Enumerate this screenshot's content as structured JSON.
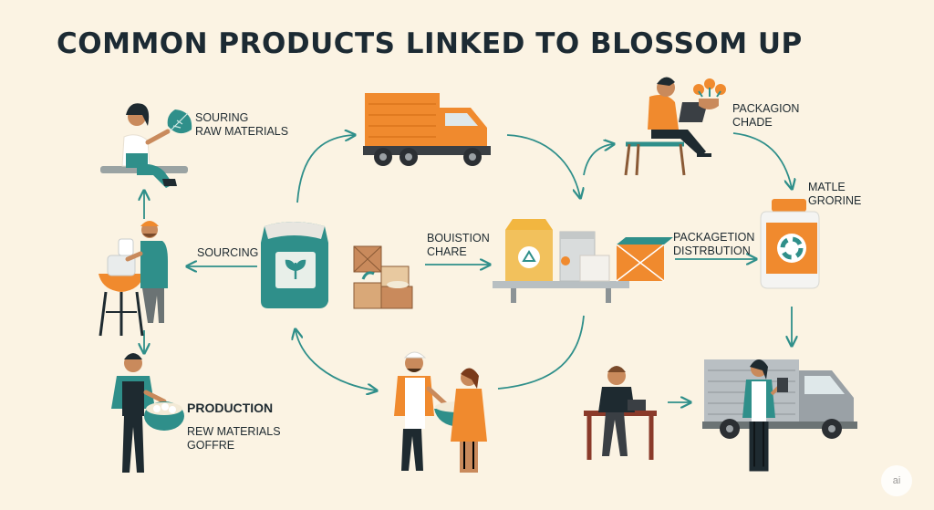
{
  "title": "COMMON PRODUCTS LINKED TO BLOSSOM UP",
  "labels": {
    "sourcing_raw": [
      "SOURING",
      "RAW MATERIALS"
    ],
    "packaging_chade": [
      "PACKAGION",
      "CHADE"
    ],
    "matle_grorine": [
      "MATLE",
      "GRORINE"
    ],
    "sourcing": "SOURCING",
    "bouistion_chare": [
      "BOUISTION",
      "CHARE"
    ],
    "packagetion_distribution": [
      "PACKAGETION",
      "DISTRBUTION"
    ],
    "production": "PRODUCTION",
    "rew_materials_goffre": [
      "REW MATERIALS",
      "GOFFRE"
    ]
  },
  "watermark": "ai",
  "colors": {
    "background": "#fbf3e3",
    "teal": "#2f8f8a",
    "orange": "#f08a2e",
    "dark": "#1e2a30",
    "arrow": "#2f8f8a"
  }
}
